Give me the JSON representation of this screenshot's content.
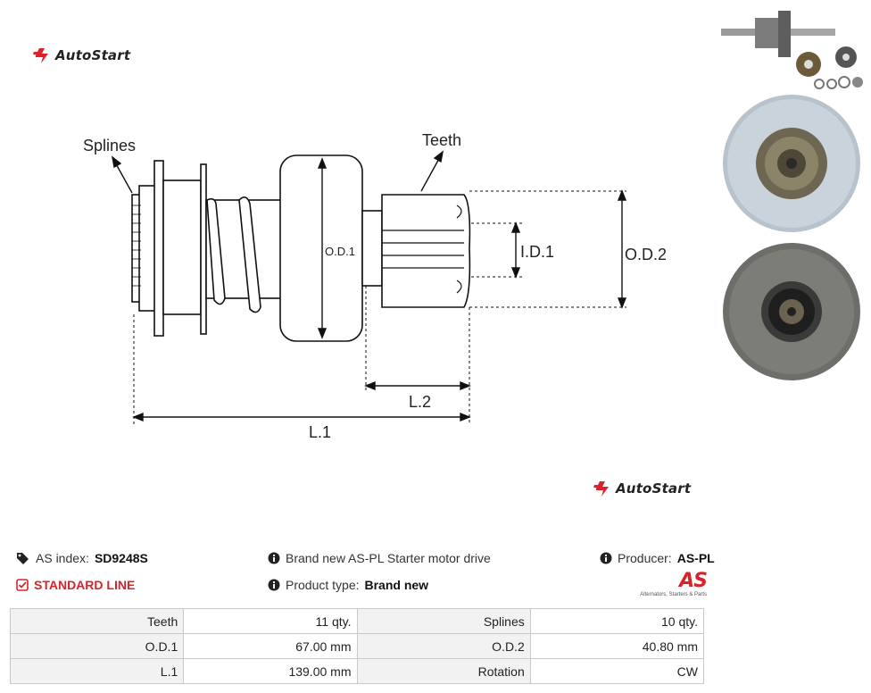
{
  "brand": {
    "name": "AutoStart",
    "color": "#d8232a"
  },
  "drawing": {
    "labels": {
      "splines": "Splines",
      "teeth": "Teeth",
      "od1": "O.D.1",
      "id1": "I.D.1",
      "od2": "O.D.2",
      "l2": "L.2",
      "l1": "L.1"
    }
  },
  "info": {
    "as_index_label": "AS index:",
    "as_index_value": "SD9248S",
    "standard_line": "STANDARD LINE",
    "description": "Brand new AS-PL Starter motor drive",
    "product_type_label": "Product type:",
    "product_type_value": "Brand new",
    "producer_label": "Producer:",
    "producer_value": "AS-PL",
    "producer_logo_text": "AS",
    "producer_logo_tagline": "Alternators, Starters & Parts"
  },
  "specs": {
    "rows": [
      {
        "l1": "Teeth",
        "v1": "11 qty.",
        "l2": "Splines",
        "v2": "10 qty."
      },
      {
        "l1": "O.D.1",
        "v1": "67.00 mm",
        "l2": "O.D.2",
        "v2": "40.80 mm"
      },
      {
        "l1": "L.1",
        "v1": "139.00 mm",
        "l2": "Rotation",
        "v2": "CW"
      }
    ]
  },
  "icons": {
    "brand_icon": "autostart-logo-icon",
    "tag_icon": "tag-icon",
    "check_icon": "check-square-icon",
    "info_icon": "info-circle-icon"
  }
}
